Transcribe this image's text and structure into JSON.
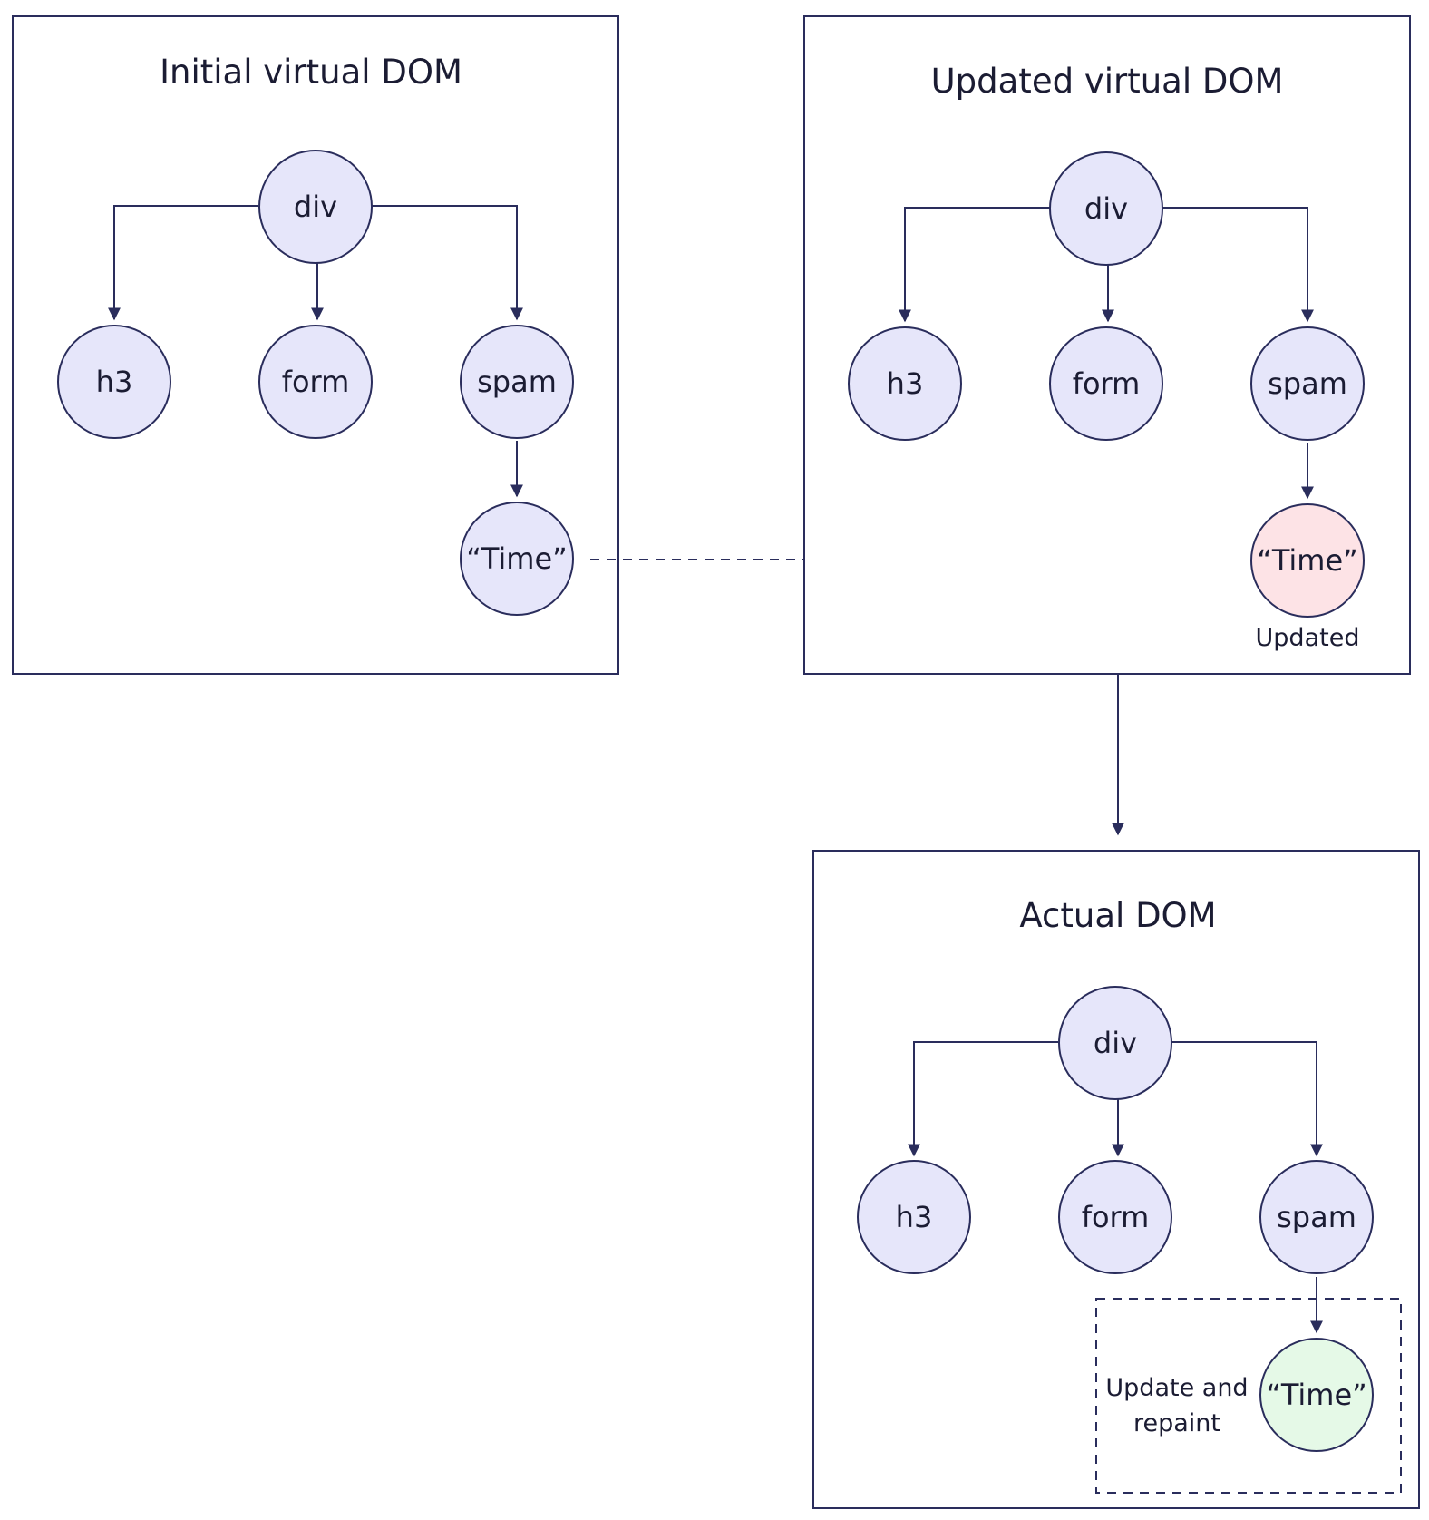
{
  "panels": {
    "initial": {
      "title": "Initial virtual DOM",
      "nodes": {
        "root": "div",
        "child_1": "h3",
        "child_2": "form",
        "child_3": "spam",
        "leaf": "“Time”"
      }
    },
    "updated": {
      "title": "Updated virtual DOM",
      "nodes": {
        "root": "div",
        "child_1": "h3",
        "child_2": "form",
        "child_3": "spam",
        "leaf": "“Time”"
      },
      "leaf_caption": "Updated"
    },
    "actual": {
      "title": "Actual DOM",
      "nodes": {
        "root": "div",
        "child_1": "h3",
        "child_2": "form",
        "child_3": "spam",
        "leaf": "“Time”"
      },
      "note_lines": [
        "Update and",
        "repaint"
      ]
    }
  },
  "colors": {
    "stroke": "#2a2d5c",
    "node_default": "#e6e6fa",
    "node_updated": "#fde3e6",
    "node_repainted": "#e5f9e7"
  }
}
